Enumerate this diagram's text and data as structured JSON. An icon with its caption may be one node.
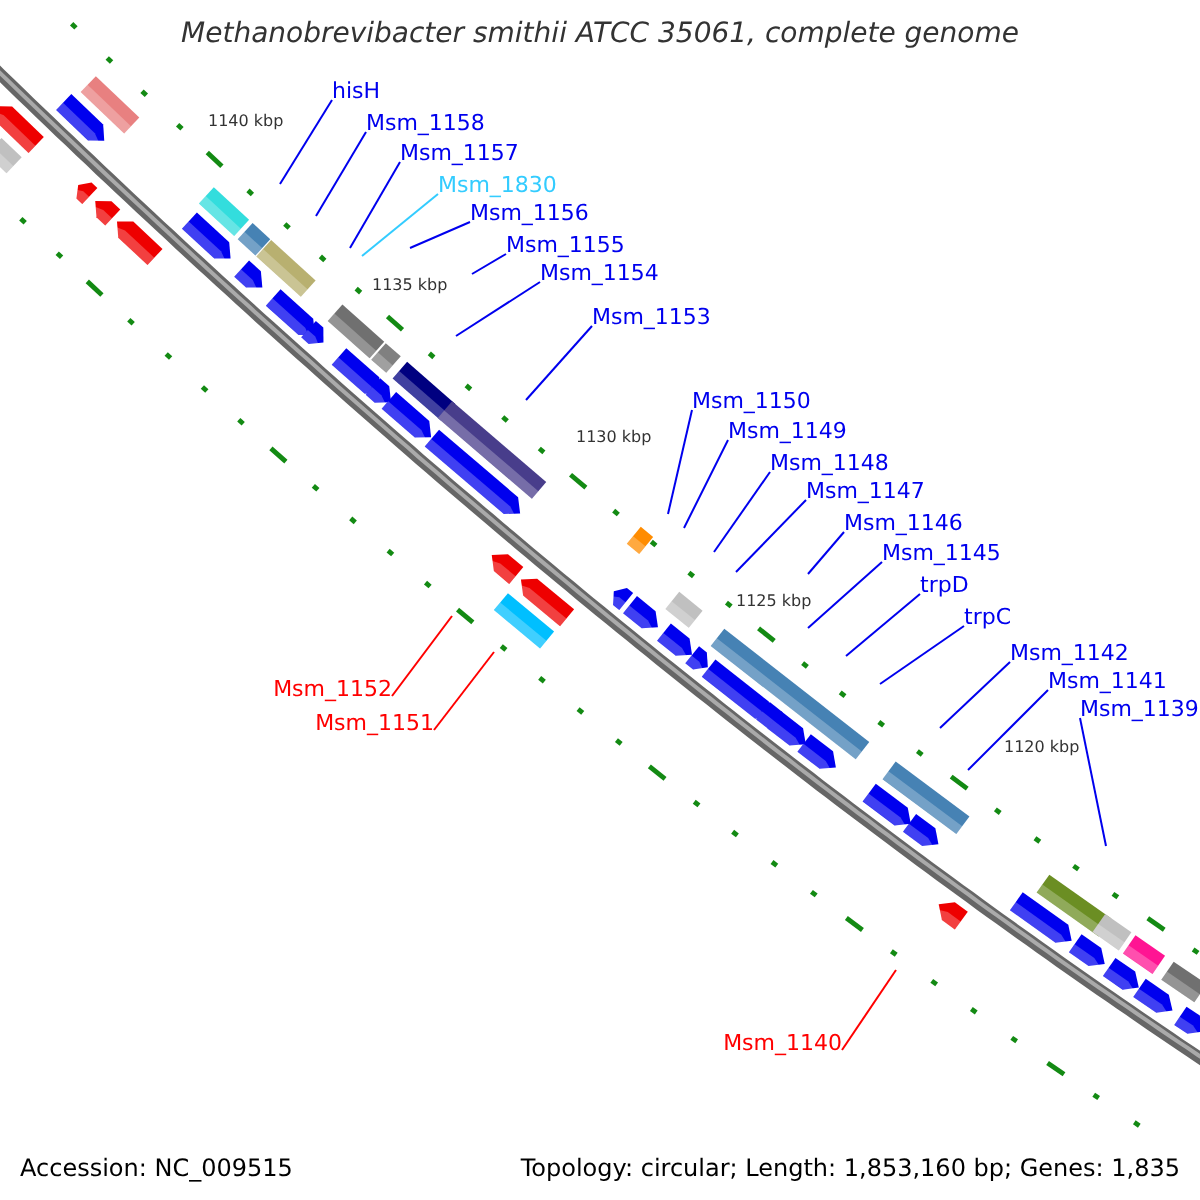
{
  "diagram": {
    "title": "Methanobrevibacter smithii ATCC 35061, complete genome",
    "nodes": [
      {
        "text": [
          "hisH"
        ]
      },
      {
        "text": [
          "Msm_1158"
        ]
      },
      {
        "text": [
          "Msm_1157"
        ]
      },
      {
        "text": [
          "Msm_1830"
        ]
      },
      {
        "text": [
          "Msm_1156"
        ]
      },
      {
        "text": [
          "Msm_1155"
        ]
      },
      {
        "text": [
          "Msm_1154"
        ]
      },
      {
        "text": [
          "Msm_1153"
        ]
      },
      {
        "text": [
          "Msm_1150"
        ]
      },
      {
        "text": [
          "Msm_1149"
        ]
      },
      {
        "text": [
          "Msm_1148"
        ]
      },
      {
        "text": [
          "Msm_1147"
        ]
      },
      {
        "text": [
          "Msm_1146"
        ]
      },
      {
        "text": [
          "Msm_1145"
        ]
      },
      {
        "text": [
          "trpD"
        ]
      },
      {
        "text": [
          "trpC"
        ]
      },
      {
        "text": [
          "Msm_1142"
        ]
      },
      {
        "text": [
          "Msm_1141"
        ]
      },
      {
        "text": [
          "Msm_1152"
        ]
      },
      {
        "text": [
          "Msm_1139"
        ]
      },
      {
        "text": [
          "Msm_1151"
        ]
      },
      {
        "text": [
          "Msm_1140"
        ]
      }
    ],
    "edges": [
      {
        "from": 0,
        "to": null,
        "arrow": "none"
      },
      {
        "from": 1,
        "to": null,
        "arrow": "none"
      },
      {
        "from": 2,
        "to": null,
        "arrow": "none"
      },
      {
        "from": 3,
        "to": null,
        "arrow": "none",
        "color": "#33ccff"
      },
      {
        "from": 4,
        "to": null,
        "arrow": "none"
      },
      {
        "from": 5,
        "to": null,
        "arrow": "none"
      },
      {
        "from": 6,
        "to": null,
        "arrow": "none"
      },
      {
        "from": 7,
        "to": null,
        "arrow": "none"
      },
      {
        "from": 8,
        "to": null,
        "arrow": "none"
      },
      {
        "from": 9,
        "to": null,
        "arrow": "none"
      },
      {
        "from": 10,
        "to": null,
        "arrow": "none"
      },
      {
        "from": 11,
        "to": null,
        "arrow": "none"
      },
      {
        "from": 12,
        "to": null,
        "arrow": "none"
      },
      {
        "from": 13,
        "to": null,
        "arrow": "none"
      },
      {
        "from": 14,
        "to": null,
        "arrow": "none"
      },
      {
        "from": 15,
        "to": null,
        "arrow": "none"
      },
      {
        "from": 16,
        "to": null,
        "arrow": "none"
      },
      {
        "from": 17,
        "to": null,
        "arrow": "none"
      },
      {
        "from": 18,
        "to": null,
        "arrow": "none",
        "color": "#ff0000"
      },
      {
        "from": 19,
        "to": null,
        "arrow": "none"
      },
      {
        "from": 20,
        "to": null,
        "arrow": "none",
        "color": "#ff0000"
      },
      {
        "from": 21,
        "to": null,
        "arrow": "none",
        "color": "#ff0000"
      }
    ],
    "labels": [
      "1140 kbp",
      "1135 kbp",
      "1130 kbp",
      "1125 kbp",
      "1120 kbp",
      "Accession: NC_009515",
      "Topology: circular; Length: 1,853,160 bp; Genes: 1,835"
    ]
  }
}
